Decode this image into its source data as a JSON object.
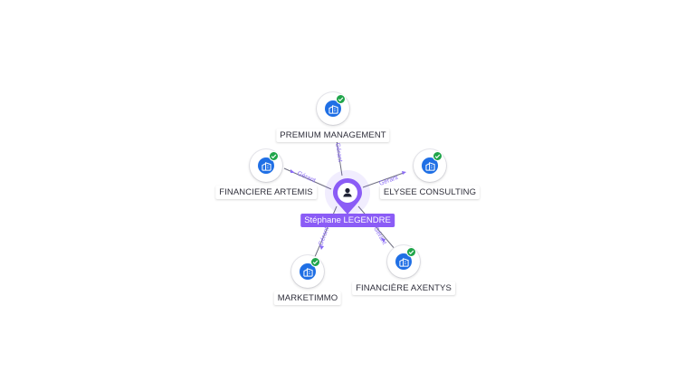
{
  "center": {
    "name": "Stéphane LEGENDRE",
    "icon": "person-icon"
  },
  "edge_label": "Gérant",
  "colors": {
    "accent": "#8b5cf6",
    "company_icon": "#1f6fe5",
    "verified_badge": "#1fa54a"
  },
  "companies": [
    {
      "name": "PREMIUM MANAGEMENT",
      "icon": "building-icon",
      "verified": true
    },
    {
      "name": "ELYSEE CONSULTING",
      "icon": "building-icon",
      "verified": true
    },
    {
      "name": "FINANCIERE ARTEMIS",
      "icon": "building-icon",
      "verified": true
    },
    {
      "name": "MARKETIMMO",
      "icon": "building-icon",
      "verified": true
    },
    {
      "name": "FINANCIÈRE AXENTYS",
      "icon": "building-icon",
      "verified": true
    }
  ]
}
